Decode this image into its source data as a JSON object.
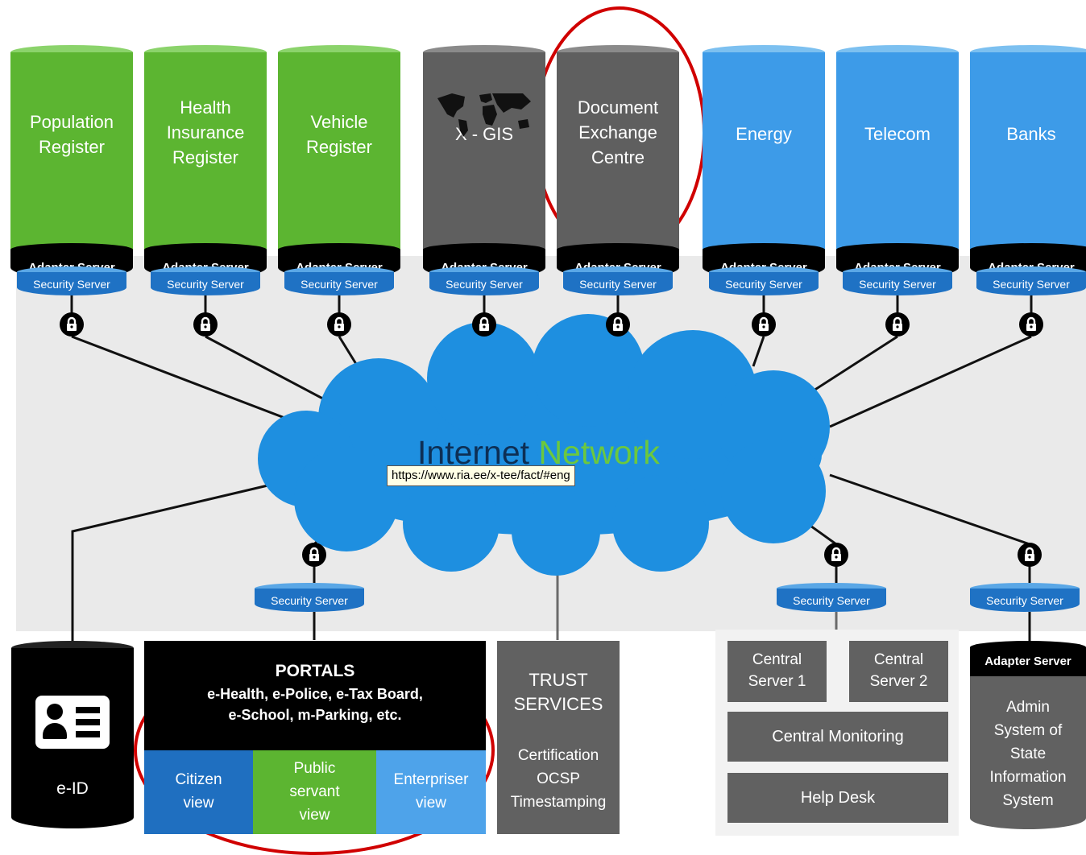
{
  "databases": [
    {
      "lines": [
        "Population",
        "Register"
      ],
      "color": "green"
    },
    {
      "lines": [
        "Health",
        "Insurance",
        "Register"
      ],
      "color": "green"
    },
    {
      "lines": [
        "Vehicle",
        "Register"
      ],
      "color": "green"
    },
    {
      "lines": [
        "X - GIS"
      ],
      "color": "gray"
    },
    {
      "lines": [
        "Document",
        "Exchange",
        "Centre"
      ],
      "color": "gray"
    },
    {
      "lines": [
        "Energy"
      ],
      "color": "blue"
    },
    {
      "lines": [
        "Telecom"
      ],
      "color": "blue"
    },
    {
      "lines": [
        "Banks"
      ],
      "color": "blue"
    }
  ],
  "adapter_label": "Adapter Server",
  "security_label": "Security Server",
  "network": {
    "word1": "Internet",
    "word2": "Network",
    "tooltip": "https://www.ria.ee/x-tee/fact/#eng"
  },
  "eid": {
    "label": "e-ID"
  },
  "portals": {
    "title": "PORTALS",
    "line1": "e-Health, e-Police, e-Tax Board,",
    "line2": "e-School, m-Parking, etc.",
    "views": [
      {
        "lines": [
          "Citizen",
          "view"
        ],
        "color": "#1f6fc0"
      },
      {
        "lines": [
          "Public",
          "servant",
          "view"
        ],
        "color": "#5cb531"
      },
      {
        "lines": [
          "Enterpriser",
          "view"
        ],
        "color": "#4ea3ea"
      }
    ]
  },
  "trust": {
    "title1": "TRUST",
    "title2": "SERVICES",
    "l1": "Certification",
    "l2": "OCSP",
    "l3": "Timestamping"
  },
  "central": {
    "server1": [
      "Central",
      "Server 1"
    ],
    "server2": [
      "Central",
      "Server 2"
    ],
    "monitoring": "Central Monitoring",
    "helpdesk": "Help Desk"
  },
  "admin": {
    "lines": [
      "Admin",
      "System of",
      "State",
      "Information",
      "System"
    ]
  },
  "colors": {
    "green": "#5cb531",
    "gray": "#5f5f5f",
    "blue": "#3d9be8",
    "security": "#1f72c4",
    "highlight": "#d00000"
  }
}
